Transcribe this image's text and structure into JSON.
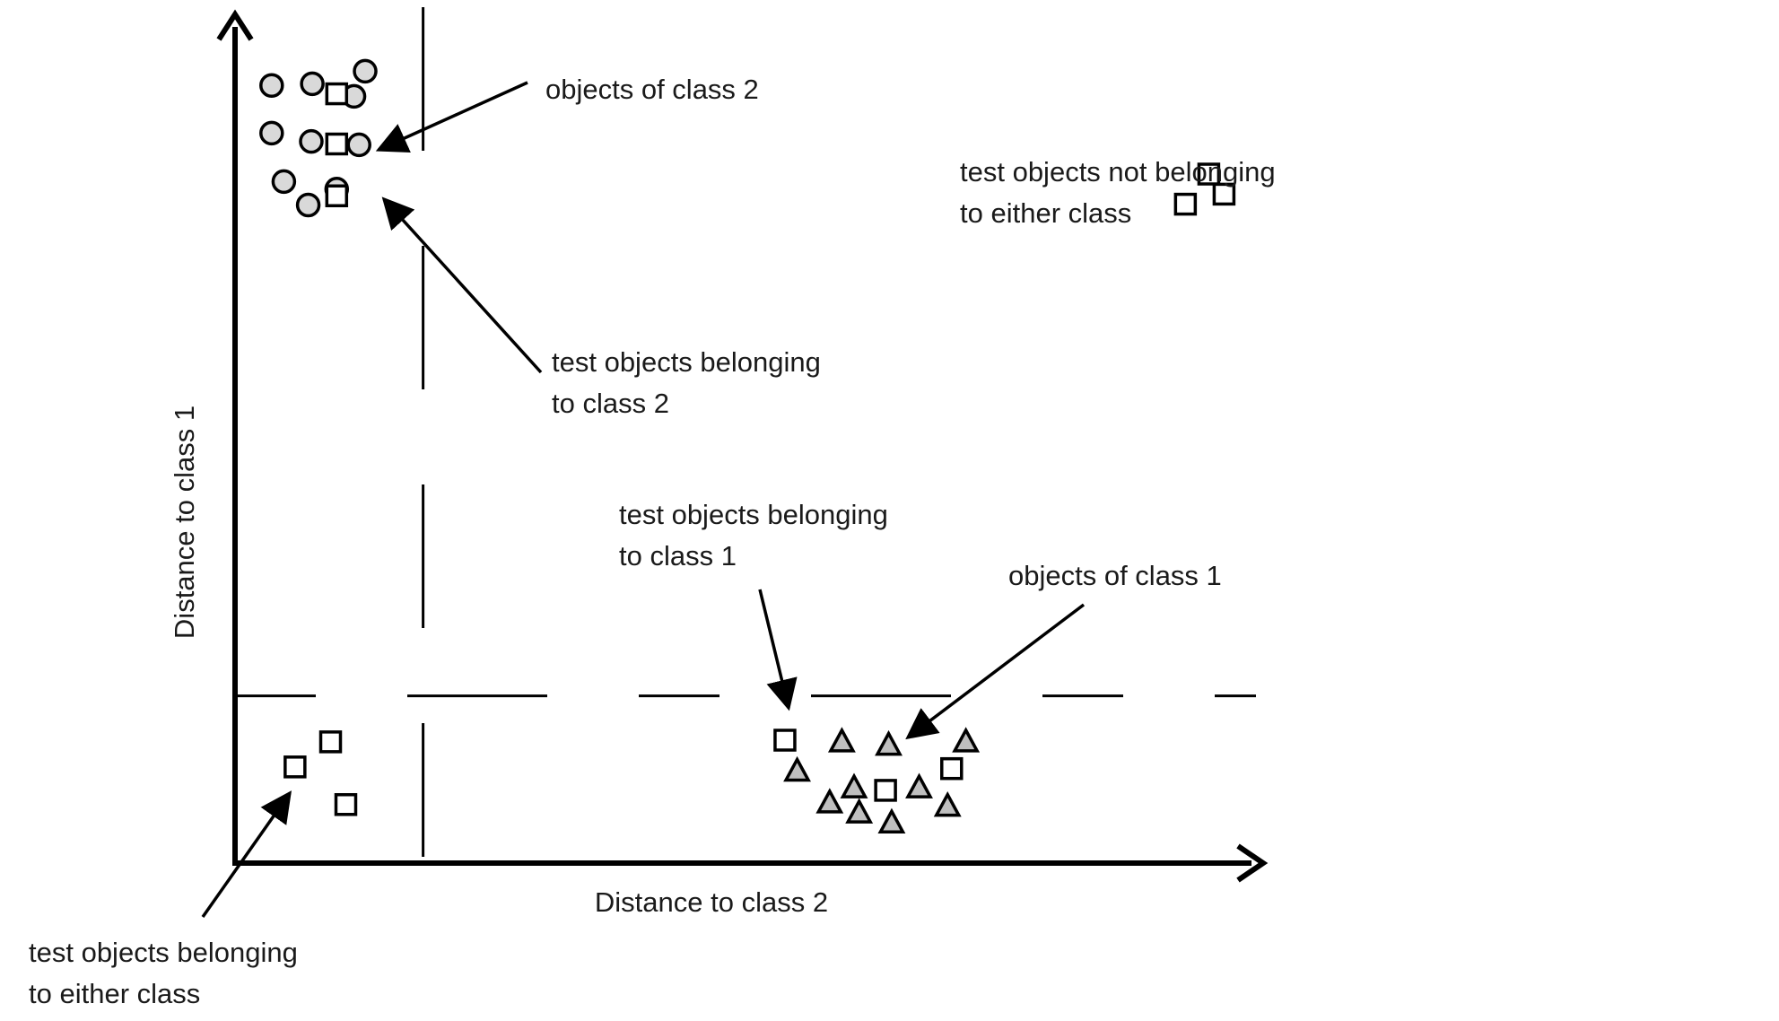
{
  "chart_data": {
    "type": "scatter",
    "xlabel": "Distance to class 2",
    "ylabel": "Distance to class 1",
    "xlim": [
      0,
      1
    ],
    "ylim": [
      0,
      1
    ],
    "grid": false,
    "thresholds": {
      "x": 0.185,
      "y": 0.2
    },
    "series": [
      {
        "marker": "circle",
        "color": "#d9d9d9",
        "points": [
          {
            "x": 0.036,
            "y": 0.93
          },
          {
            "x": 0.076,
            "y": 0.932
          },
          {
            "x": 0.128,
            "y": 0.947
          },
          {
            "x": 0.117,
            "y": 0.917
          },
          {
            "x": 0.036,
            "y": 0.873
          },
          {
            "x": 0.075,
            "y": 0.863
          },
          {
            "x": 0.122,
            "y": 0.859
          },
          {
            "x": 0.048,
            "y": 0.815
          },
          {
            "x": 0.1,
            "y": 0.806
          },
          {
            "x": 0.072,
            "y": 0.787
          }
        ]
      },
      {
        "marker": "triangle",
        "color": "#bfbfbf",
        "points": [
          {
            "x": 0.597,
            "y": 0.145
          },
          {
            "x": 0.643,
            "y": 0.141
          },
          {
            "x": 0.719,
            "y": 0.145
          },
          {
            "x": 0.553,
            "y": 0.11
          },
          {
            "x": 0.609,
            "y": 0.09
          },
          {
            "x": 0.673,
            "y": 0.09
          },
          {
            "x": 0.585,
            "y": 0.072
          },
          {
            "x": 0.614,
            "y": 0.06
          },
          {
            "x": 0.646,
            "y": 0.048
          },
          {
            "x": 0.701,
            "y": 0.068
          }
        ]
      },
      {
        "marker": "square",
        "color": "#ffffff",
        "points": [
          {
            "x": 0.1,
            "y": 0.798
          },
          {
            "x": 0.1,
            "y": 0.86
          },
          {
            "x": 0.1,
            "y": 0.92
          },
          {
            "x": 0.64,
            "y": 0.087
          },
          {
            "x": 0.705,
            "y": 0.113
          },
          {
            "x": 0.541,
            "y": 0.147
          },
          {
            "x": 0.935,
            "y": 0.788
          },
          {
            "x": 0.958,
            "y": 0.824
          },
          {
            "x": 0.973,
            "y": 0.8
          },
          {
            "x": 0.059,
            "y": 0.115
          },
          {
            "x": 0.094,
            "y": 0.145
          },
          {
            "x": 0.109,
            "y": 0.07
          }
        ]
      }
    ],
    "annotations": [
      {
        "text": "objects of class 2"
      },
      {
        "text": "test objects not belonging",
        "text2": "to either class"
      },
      {
        "text": "test objects belonging",
        "text2": "to class 2"
      },
      {
        "text": "test objects belonging",
        "text2": "to class 1"
      },
      {
        "text": "objects of class 1"
      },
      {
        "text": "test objects belonging",
        "text2": "to either class"
      }
    ]
  }
}
